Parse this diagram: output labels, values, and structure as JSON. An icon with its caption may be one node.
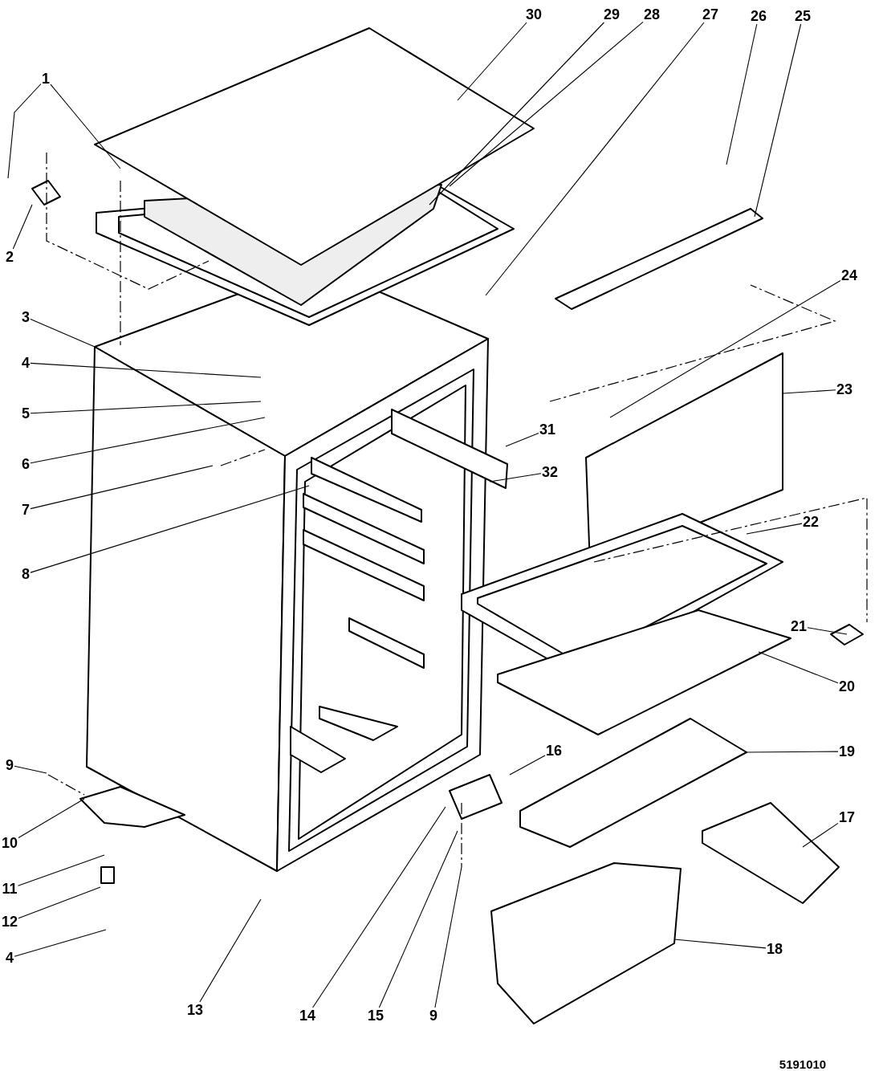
{
  "diagram": {
    "nodes": [
      {
        "text": [
          "1"
        ]
      },
      {
        "text": [
          "30"
        ]
      },
      {
        "text": [
          "29"
        ]
      },
      {
        "text": [
          "28"
        ]
      },
      {
        "text": [
          "27"
        ]
      },
      {
        "text": [
          "26"
        ]
      },
      {
        "text": [
          "25"
        ]
      },
      {
        "text": [
          "2"
        ]
      },
      {
        "text": [
          "3"
        ]
      },
      {
        "text": [
          "24"
        ]
      },
      {
        "text": [
          "4"
        ]
      },
      {
        "text": [
          "5"
        ]
      },
      {
        "text": [
          "23"
        ]
      },
      {
        "text": [
          "6"
        ]
      },
      {
        "text": [
          "31"
        ]
      },
      {
        "text": [
          "32"
        ]
      },
      {
        "text": [
          "7"
        ]
      },
      {
        "text": [
          "22"
        ]
      },
      {
        "text": [
          "8"
        ]
      },
      {
        "text": [
          "21"
        ]
      },
      {
        "text": [
          "20"
        ]
      },
      {
        "text": [
          "19"
        ]
      },
      {
        "text": [
          "9"
        ]
      },
      {
        "text": [
          "16"
        ]
      },
      {
        "text": [
          "10"
        ]
      },
      {
        "text": [
          "17"
        ]
      },
      {
        "text": [
          "11"
        ]
      },
      {
        "text": [
          "12"
        ]
      },
      {
        "text": [
          "18"
        ]
      },
      {
        "text": [
          "4"
        ]
      },
      {
        "text": [
          "13"
        ]
      },
      {
        "text": [
          "14"
        ]
      },
      {
        "text": [
          "15"
        ]
      },
      {
        "text": [
          "9"
        ]
      }
    ],
    "edges": [
      {
        "from": 0,
        "to": null,
        "arrow": "none"
      },
      {
        "from": 0,
        "to": null,
        "arrow": "none"
      },
      {
        "from": 1,
        "to": null,
        "arrow": "none"
      },
      {
        "from": 2,
        "to": null,
        "arrow": "none"
      },
      {
        "from": 3,
        "to": null,
        "arrow": "none"
      },
      {
        "from": 4,
        "to": null,
        "arrow": "none"
      },
      {
        "from": 5,
        "to": null,
        "arrow": "none"
      },
      {
        "from": 6,
        "to": null,
        "arrow": "none"
      },
      {
        "from": 7,
        "to": null,
        "arrow": "none"
      },
      {
        "from": 8,
        "to": null,
        "arrow": "none"
      },
      {
        "from": 9,
        "to": null,
        "arrow": "none"
      },
      {
        "from": 10,
        "to": null,
        "arrow": "none"
      },
      {
        "from": 11,
        "to": null,
        "arrow": "none"
      },
      {
        "from": 12,
        "to": null,
        "arrow": "none"
      },
      {
        "from": 13,
        "to": null,
        "arrow": "none"
      },
      {
        "from": 14,
        "to": null,
        "arrow": "none"
      },
      {
        "from": 15,
        "to": null,
        "arrow": "none"
      },
      {
        "from": 16,
        "to": null,
        "arrow": "none"
      },
      {
        "from": 17,
        "to": null,
        "arrow": "none"
      },
      {
        "from": 18,
        "to": null,
        "arrow": "none"
      },
      {
        "from": 19,
        "to": null,
        "arrow": "none"
      },
      {
        "from": 20,
        "to": null,
        "arrow": "none"
      },
      {
        "from": 21,
        "to": null,
        "arrow": "none"
      },
      {
        "from": 22,
        "to": null,
        "arrow": "none"
      },
      {
        "from": 23,
        "to": null,
        "arrow": "none"
      },
      {
        "from": 24,
        "to": null,
        "arrow": "none"
      },
      {
        "from": 25,
        "to": null,
        "arrow": "none"
      },
      {
        "from": 26,
        "to": null,
        "arrow": "none"
      },
      {
        "from": 27,
        "to": null,
        "arrow": "none"
      },
      {
        "from": 28,
        "to": null,
        "arrow": "none"
      },
      {
        "from": 29,
        "to": null,
        "arrow": "none"
      },
      {
        "from": 30,
        "to": null,
        "arrow": "none"
      },
      {
        "from": 31,
        "to": null,
        "arrow": "none"
      },
      {
        "from": 32,
        "to": null,
        "arrow": "none"
      },
      {
        "from": 33,
        "to": null,
        "arrow": "none"
      }
    ],
    "labels": [
      "5191010"
    ]
  }
}
